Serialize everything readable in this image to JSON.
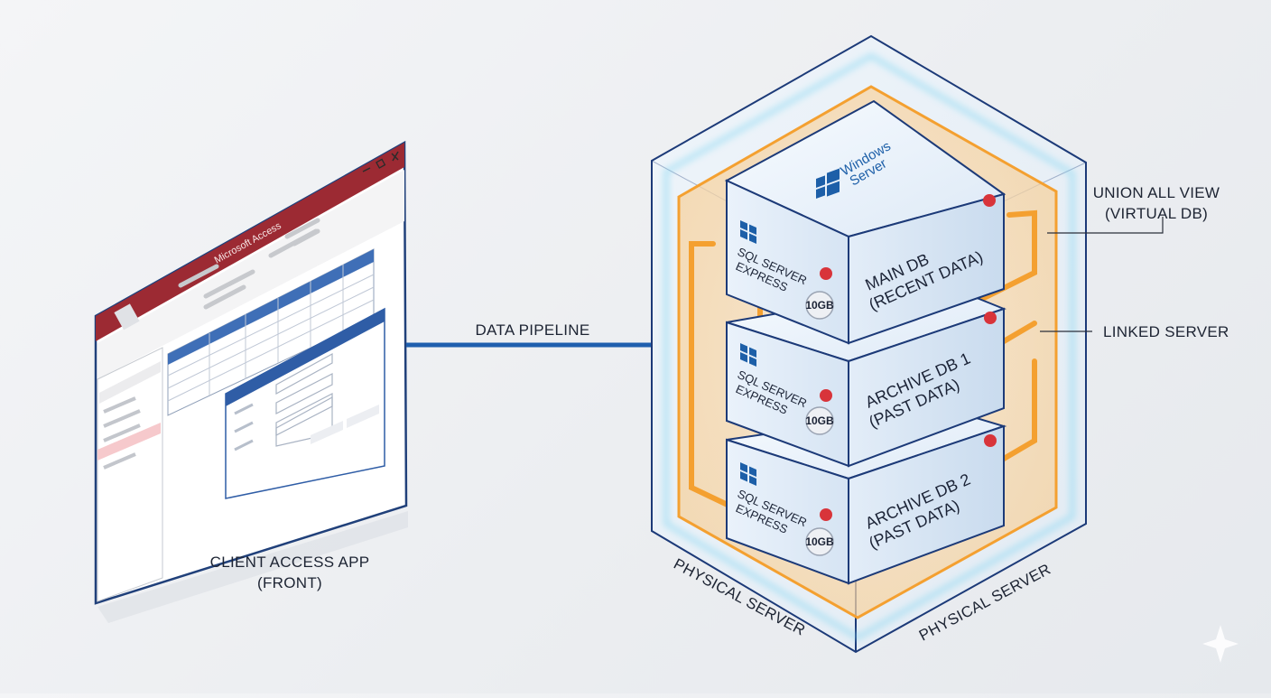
{
  "client": {
    "window_title": "Microsoft Access",
    "label_line1": "CLIENT ACCESS APP",
    "label_line2": "(FRONT)",
    "icons": [
      "minimize-icon",
      "maximize-icon",
      "close-icon"
    ]
  },
  "pipeline": {
    "label": "DATA PIPELINE"
  },
  "server": {
    "os_line1": "Windows",
    "os_line2": "Server",
    "union_line1": "UNION ALL VIEW",
    "union_line2": "(VIRTUAL DB)",
    "linked_label": "LINKED SERVER",
    "physical_left": "PHYSICAL SERVER",
    "physical_right": "PHYSICAL SERVER",
    "databases": [
      {
        "line1": "MAIN DB",
        "line2": "(RECENT DATA)",
        "edition_line1": "SQL SERVER",
        "edition_line2": "EXPRESS",
        "capacity": "10GB"
      },
      {
        "line1": "ARCHIVE DB 1",
        "line2": "(PAST DATA)",
        "edition_line1": "SQL SERVER",
        "edition_line2": "EXPRESS",
        "capacity": "10GB"
      },
      {
        "line1": "ARCHIVE DB 2",
        "line2": "(PAST DATA)",
        "edition_line1": "SQL SERVER",
        "edition_line2": "EXPRESS",
        "capacity": "10GB"
      }
    ]
  },
  "colors": {
    "access_red": "#9c2a33",
    "pipeline_blue": "#1f5fae",
    "link_orange": "#f4a030",
    "server_outline": "#1c3a78",
    "windows_blue": "#1d5fa8"
  }
}
